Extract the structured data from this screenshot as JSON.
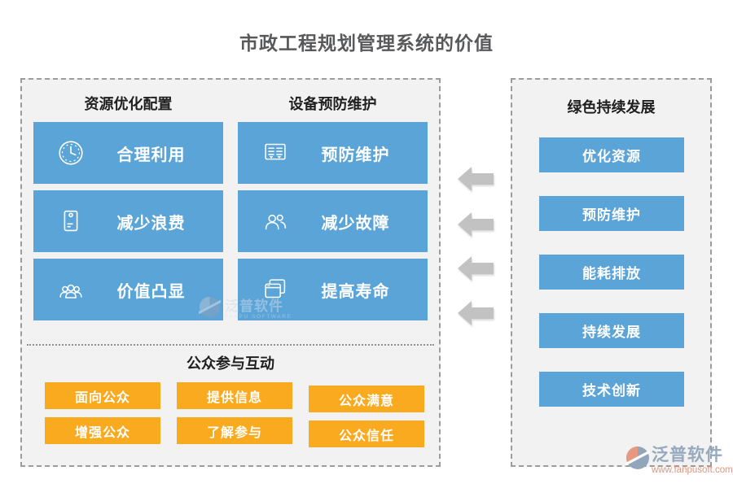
{
  "title": "市政工程规划管理系统的价值",
  "colors": {
    "blue": "#5ba4d7",
    "orange": "#faaa1e",
    "panel_bg": "#f2f2f3",
    "arrow": "#c2c2c2",
    "title_text": "#58595b"
  },
  "left_panel": {
    "columns": [
      {
        "header": "资源优化配置",
        "items": [
          {
            "icon": "clock-icon",
            "label": "合理利用"
          },
          {
            "icon": "envelope-icon",
            "label": "减少浪费"
          },
          {
            "icon": "group-icon",
            "label": "价值凸显"
          }
        ]
      },
      {
        "header": "设备预防维护",
        "items": [
          {
            "icon": "board-icon",
            "label": "预防维护"
          },
          {
            "icon": "people-icon",
            "label": "减少故障"
          },
          {
            "icon": "windows-icon",
            "label": "提高寿命"
          }
        ]
      }
    ],
    "public_section": {
      "header": "公众参与互动",
      "items": [
        {
          "label": "面向公众"
        },
        {
          "label": "提供信息"
        },
        {
          "label": "公众满意"
        },
        {
          "label": "增强公众"
        },
        {
          "label": "了解参与"
        },
        {
          "label": "公众信任"
        }
      ]
    }
  },
  "right_panel": {
    "header": "绿色持续发展",
    "items": [
      {
        "label": "优化资源"
      },
      {
        "label": "预防维护"
      },
      {
        "label": "能耗排放"
      },
      {
        "label": "持续发展"
      },
      {
        "label": "技术创新"
      }
    ]
  },
  "watermark_center": {
    "brand": "泛普软件",
    "subtitle": "FANPU SOFTWARE"
  },
  "watermark_logo": {
    "brand": "泛普软件",
    "url": "www.fanpusoft.com"
  }
}
